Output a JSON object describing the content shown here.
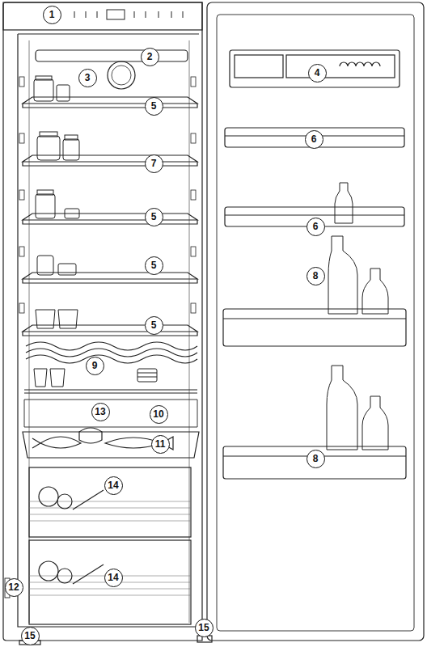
{
  "diagram": {
    "labels": [
      "1",
      "2",
      "4",
      "3",
      "5",
      "6",
      "7",
      "5",
      "6",
      "5",
      "8",
      "5",
      "9",
      "13",
      "10",
      "11",
      "8",
      "14",
      "14",
      "12",
      "15",
      "15"
    ]
  }
}
